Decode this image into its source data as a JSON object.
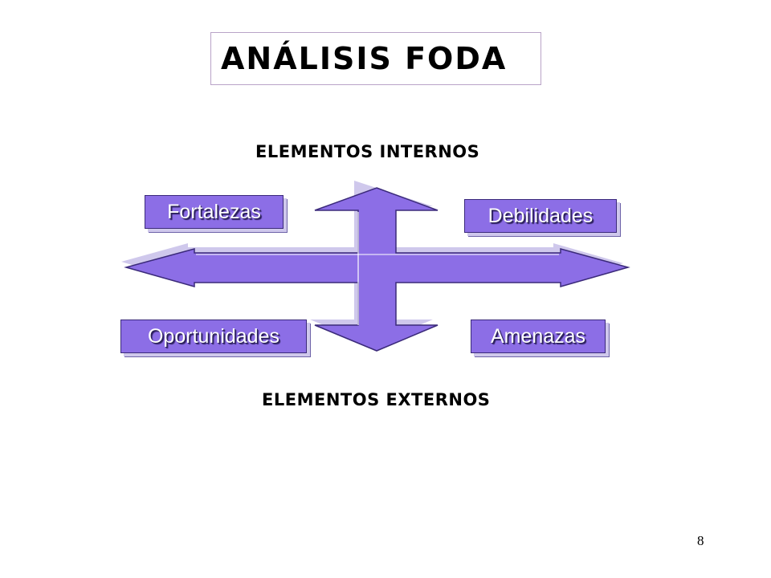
{
  "slide": {
    "title": "ANÁLISIS FODA",
    "page_number": "8"
  },
  "labels": {
    "internal": "Elementos internos",
    "external": "Elementos externos"
  },
  "quadrants": {
    "fortalezas": "Fortalezas",
    "debilidades": "Debilidades",
    "oportunidades": "Oportunidades",
    "amenazas": "Amenazas"
  },
  "colors": {
    "arrow_fill": "#8c6ee6",
    "arrow_stroke": "#3b2a7a",
    "box_fill": "#8c6ee6",
    "text": "#ffffff"
  },
  "icons": {
    "center": "four-way-arrow-icon"
  }
}
